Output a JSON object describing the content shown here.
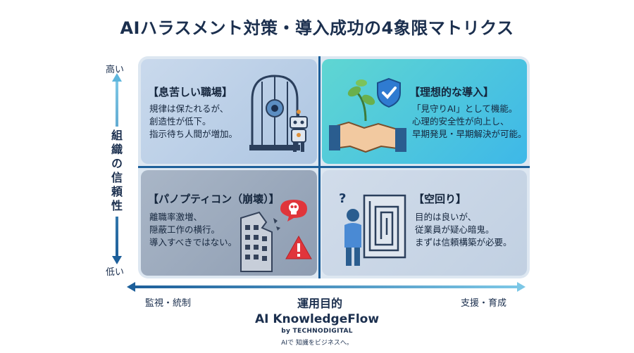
{
  "title": "AIハラスメント対策・導入成功の4象限マトリクス",
  "axes": {
    "y_label": "組織の信頼性",
    "y_high": "高い",
    "y_low": "低い",
    "x_label": "運用目的",
    "x_left": "監視・統制",
    "x_right": "支援・育成"
  },
  "quadrants": {
    "top_left": {
      "title": "【息苦しい職場】",
      "lines": [
        "規律は保たれるが、",
        "創造性が低下。",
        "指示待ち人間が増加。"
      ],
      "icons": [
        "birdcage-icon",
        "robot-icon"
      ]
    },
    "top_right": {
      "title": "【理想的な導入】",
      "lines": [
        "「見守りAI」として機能。",
        "心理的安全性が向上し、",
        "早期発見・早期解決が可能。"
      ],
      "icons": [
        "handshake-icon",
        "shield-check-icon",
        "sprout-icon"
      ]
    },
    "bottom_left": {
      "title": "【パノプティコン（崩壊）】",
      "lines": [
        "離職率激増、",
        "隠蔽工作の横行。",
        "導入すべきではない。"
      ],
      "icons": [
        "crumbling-building-icon",
        "skull-speech-icon",
        "warning-icon"
      ]
    },
    "bottom_right": {
      "title": "【空回り】",
      "lines": [
        "目的は良いが、",
        "従業員が疑心暗鬼。",
        "まずは信頼構築が必要。"
      ],
      "icons": [
        "confused-person-icon",
        "maze-icon"
      ]
    }
  },
  "brand": {
    "name": "AI KnowledgeFlow",
    "by": "by TECHNODIGITAL",
    "tagline": "AIで 知識をビジネスへ。"
  },
  "colors": {
    "navy": "#1b2f4e",
    "axis_blue": "#1d5f9a",
    "ideal_teal": "#3eb8e8",
    "danger_red": "#e0353b"
  }
}
